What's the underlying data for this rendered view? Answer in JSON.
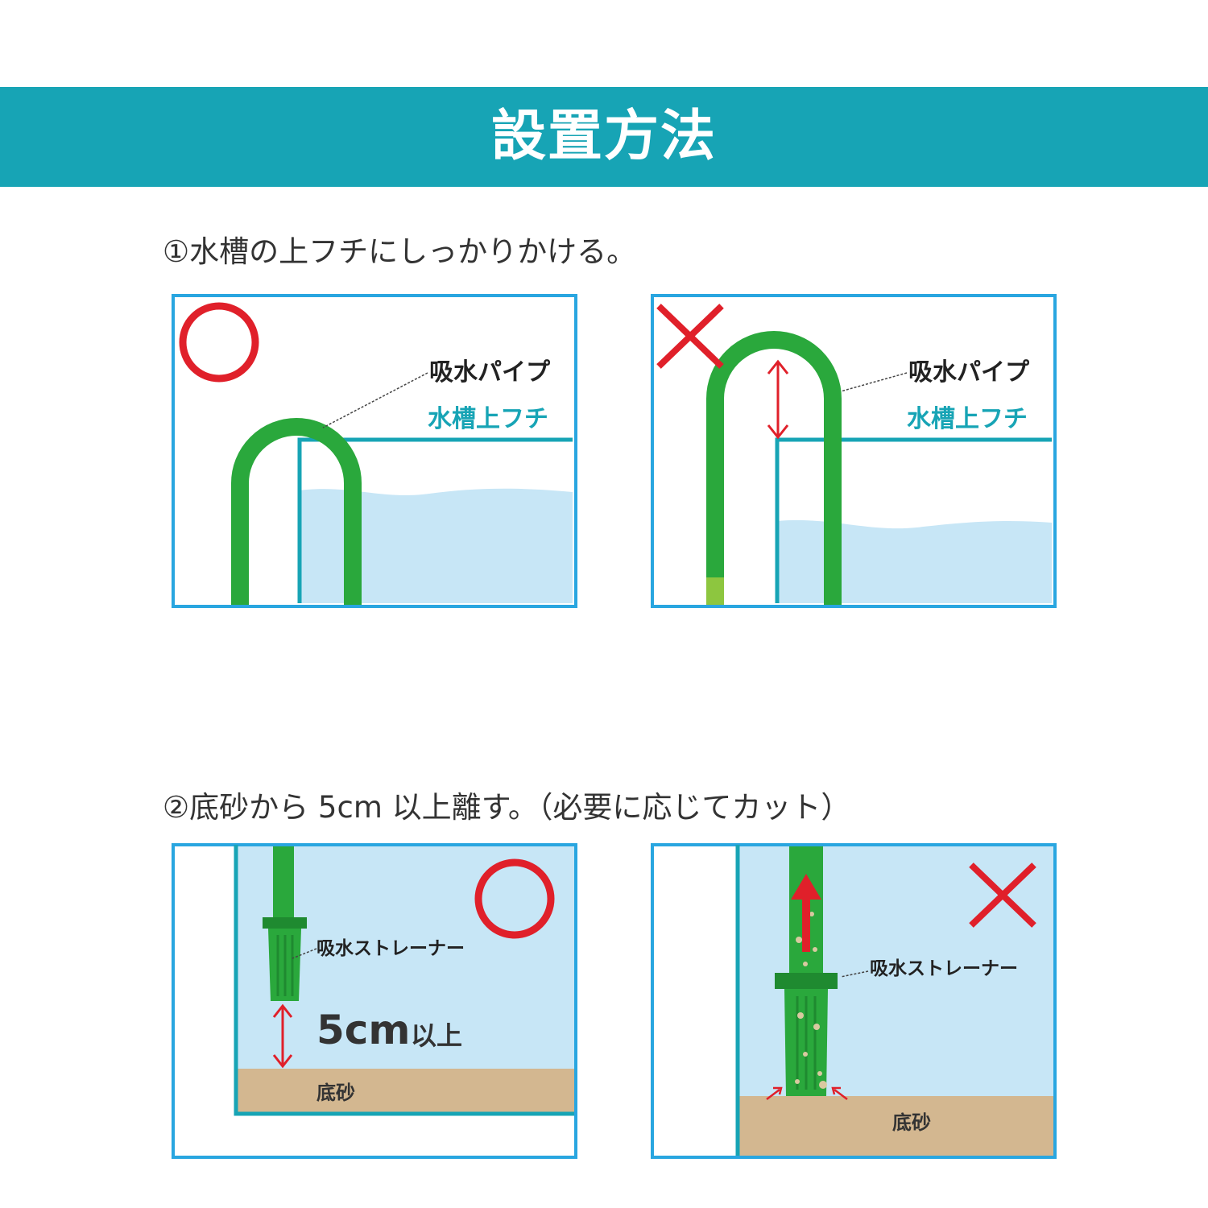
{
  "header": {
    "title": "設置方法"
  },
  "step1": {
    "instruction": "①水槽の上フチにしっかりかける。",
    "good": {
      "mark": "○",
      "pipe_label": "吸水パイプ",
      "rim_label": "水槽上フチ"
    },
    "bad": {
      "mark": "×",
      "pipe_label": "吸水パイプ",
      "rim_label": "水槽上フチ"
    }
  },
  "step2": {
    "instruction": "②底砂から 5cm 以上離す。（必要に応じてカット）",
    "good": {
      "mark": "○",
      "strainer_label": "吸水ストレーナー",
      "distance_value": "5cm",
      "distance_suffix": "以上",
      "sand_label": "底砂"
    },
    "bad": {
      "mark": "×",
      "strainer_label": "吸水ストレーナー",
      "sand_label": "底砂"
    }
  },
  "colors": {
    "banner": "#17a4b5",
    "frame": "#29a6e0",
    "tank": "#17a4b5",
    "water": "#c7e6f6",
    "pipe": "#2aa83c",
    "pipe_dark": "#1f8a30",
    "sand": "#d3b790",
    "mark": "#e0202a",
    "rim_text": "#17a4b5"
  }
}
